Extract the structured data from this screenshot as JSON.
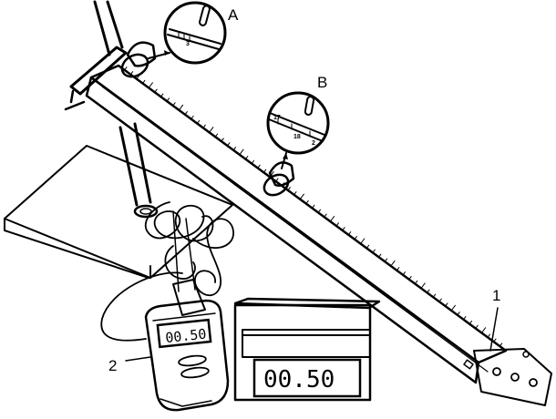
{
  "labels": {
    "a": "A",
    "b": "B",
    "one": "1",
    "two": "2"
  },
  "handheld_timer": {
    "display": "00.50"
  },
  "desk_timer": {
    "display": "00.50"
  },
  "magnifier_a": {
    "scale_mark": "3"
  },
  "magnifier_b": {
    "scale_left": "17",
    "scale_mid": "18",
    "scale_right": "2"
  },
  "icons": [
    "stand-rod-icon",
    "tripod-support-icon",
    "air-track-icon",
    "glider-a-icon",
    "glider-b-icon",
    "magnifier-a-icon",
    "magnifier-b-icon",
    "photogate-cable-icon",
    "handheld-timer-icon",
    "desk-timer-icon",
    "end-bracket-icon",
    "table-top-icon"
  ]
}
